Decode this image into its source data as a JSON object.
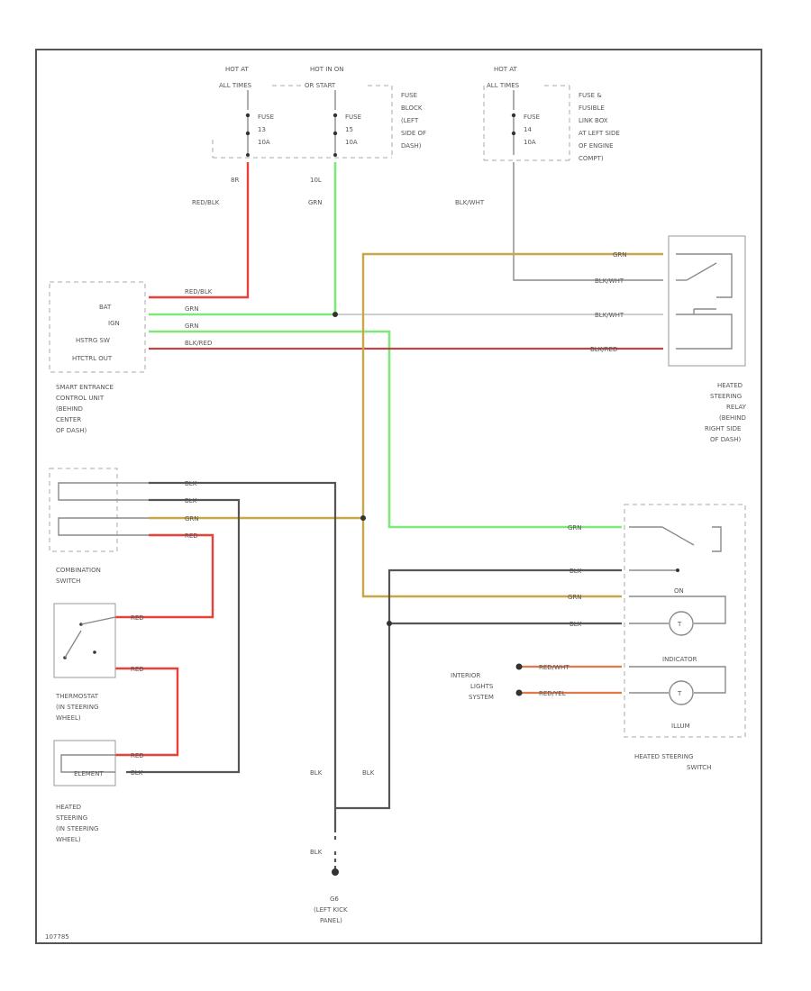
{
  "power": {
    "hot_at_all_times": [
      "HOT AT",
      "ALL TIMES"
    ],
    "hot_in_on": [
      "HOT IN ON",
      "OR START"
    ],
    "hot_all_times_2": [
      "HOT AT",
      "ALL TIMES"
    ]
  },
  "fuses": {
    "fuse1": [
      "FUSE",
      "13",
      "10A"
    ],
    "fuse2": [
      "FUSE",
      "15",
      "10A"
    ],
    "fuse3": [
      "FUSE",
      "14",
      "10A"
    ],
    "fuse_block": [
      "FUSE",
      "BLOCK",
      "(LEFT",
      "SIDE OF",
      "DASH)"
    ],
    "fuse_link_box": [
      "FUSE &",
      "FUSIBLE",
      "LINK BOX",
      "AT LEFT SIDE",
      "OF ENGINE",
      "COMPT)"
    ]
  },
  "wire_labels": {
    "w_8r": "8R",
    "w_red_blk": "RED/BLK",
    "w_10l": "10L",
    "w_grn": "GRN",
    "w_blk_wht": "BLK/WHT",
    "w_blk": "BLK"
  },
  "secu": {
    "pins": [
      "BAT",
      "IGN",
      "HSTRG SW",
      "HTCTRL OUT"
    ],
    "wires": [
      "RED/BLK",
      "GRN",
      "GRN",
      "BLK/RED"
    ],
    "caption": [
      "SMART ENTRANCE",
      "CONTROL UNIT",
      "(BEHIND",
      "CENTER",
      "OF DASH)"
    ]
  },
  "relay": {
    "wires": [
      "GRN",
      "BLK/WHT",
      "BLK/WHT",
      "BLK/RED"
    ],
    "caption": [
      "HEATED",
      "STEERING",
      "RELAY",
      "(BEHIND",
      "RIGHT SIDE",
      "OF DASH)"
    ]
  },
  "combination_switch": {
    "wires": [
      "BLK",
      "BLK",
      "GRN",
      "RED"
    ],
    "caption": [
      "COMBINATION",
      "SWITCH"
    ]
  },
  "thermostat": {
    "wire": "RED",
    "caption": [
      "THERMOSTAT",
      "(IN STEERING",
      "WHEEL)"
    ]
  },
  "heated_steering": {
    "wires": [
      "RED",
      "BLK"
    ],
    "element_label": "ELEMENT",
    "caption": [
      "HEATED",
      "STEERING",
      "(IN STEERING",
      "WHEEL)"
    ]
  },
  "hs_switch": {
    "wires": [
      "GRN",
      "BLK",
      "GRN",
      "BLK"
    ],
    "on_label": "ON",
    "indicator_label": "INDICATOR",
    "illum_label": "ILLUM",
    "caption": [
      "HEATED STEERING",
      "SWITCH"
    ]
  },
  "interior_lights": {
    "wires": [
      "RED/WHT",
      "RED/YEL"
    ],
    "caption": [
      "INTERIOR",
      "LIGHTS",
      "SYSTEM"
    ]
  },
  "ground": {
    "wires": [
      "BLK",
      "BLK",
      "BLK"
    ],
    "caption": [
      "G6",
      "(LEFT KICK",
      "PANEL)"
    ]
  },
  "figure_id": "107785"
}
